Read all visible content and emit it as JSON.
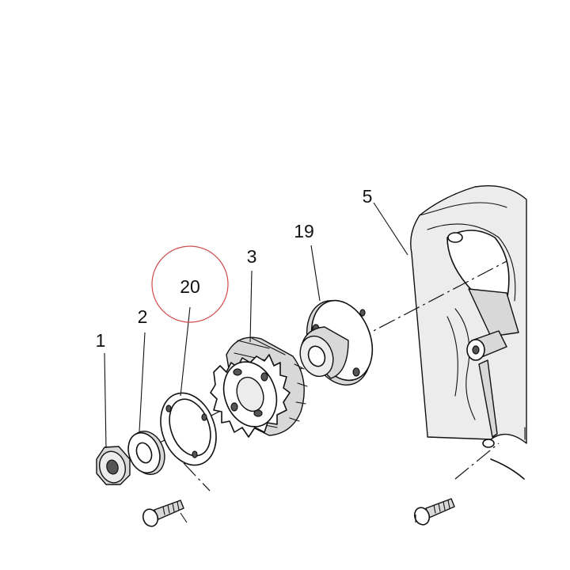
{
  "callouts": {
    "c1": "1",
    "c2": "2",
    "c20": "20",
    "c3": "3",
    "c19": "19",
    "c5": "5"
  },
  "highlight": {
    "target": "20",
    "color": "#d04a4a"
  }
}
